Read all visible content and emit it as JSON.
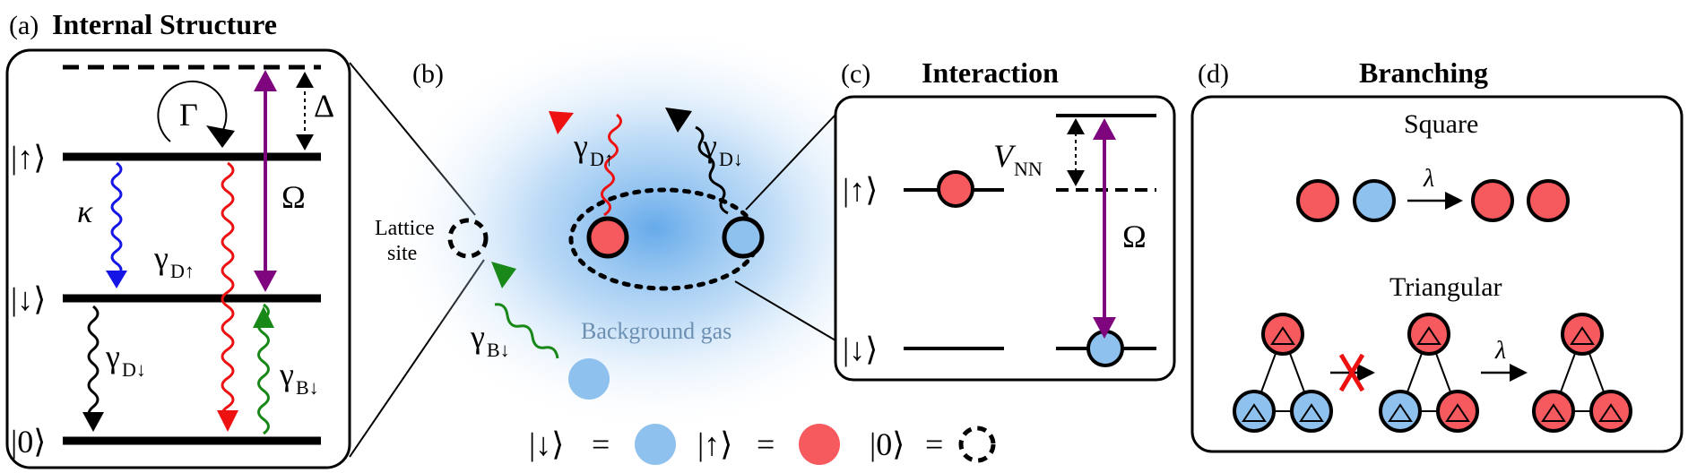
{
  "panels": {
    "a": {
      "label": "(a)",
      "title": "Internal Structure",
      "levels": {
        "up": "|↑⟩",
        "down": "|↓⟩",
        "zero": "|0⟩"
      },
      "gamma": "Γ",
      "delta": "Δ",
      "omega": "Ω",
      "kappa": "κ",
      "gamma_d_up": {
        "base": "γ",
        "sub": "D↑"
      },
      "gamma_d_down": {
        "base": "γ",
        "sub": "D↓"
      },
      "gamma_b_down": {
        "base": "γ",
        "sub": "B↓"
      }
    },
    "b": {
      "label": "(b)",
      "lattice_site_line1": "Lattice",
      "lattice_site_line2": "site",
      "background_gas": "Background gas",
      "gamma_d_up": {
        "base": "γ",
        "sub": "D↑"
      },
      "gamma_d_down": {
        "base": "γ",
        "sub": "D↓"
      },
      "gamma_b_down": {
        "base": "γ",
        "sub": "B↓"
      }
    },
    "c": {
      "label": "(c)",
      "title": "Interaction",
      "level_up": "|↑⟩",
      "level_down": "|↓⟩",
      "vnn": {
        "base": "V",
        "sub": "NN"
      },
      "omega": "Ω"
    },
    "d": {
      "label": "(d)",
      "title": "Branching",
      "square": "Square",
      "triangular": "Triangular",
      "lambda": "λ"
    }
  },
  "legend": {
    "down": "|↓⟩",
    "up": "|↑⟩",
    "zero": "|0⟩",
    "equals": "="
  },
  "colors": {
    "red_atom": "#f65a5e",
    "blue_atom": "#8ec1ee",
    "omega_purple": "#7e057e",
    "kappa_blue": "#1515e6",
    "decay_red": "#ee1111",
    "gas_green": "#188818",
    "bg_gas_text": "#6c8fb2"
  }
}
